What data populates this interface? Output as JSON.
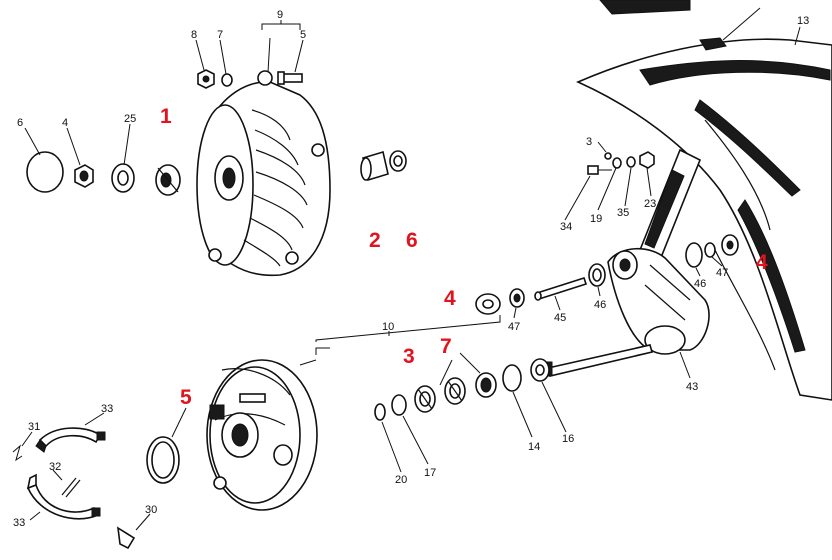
{
  "labels": {
    "l9": "9",
    "l8": "8",
    "l7": "7",
    "l5": "5",
    "l13": "13",
    "l6": "6",
    "l4": "4",
    "l25": "25",
    "l3": "3",
    "l34": "34",
    "l19": "19",
    "l35": "35",
    "l23": "23",
    "l46a": "46",
    "l47a": "47",
    "l10": "10",
    "l47b": "47",
    "l45": "45",
    "l46b": "46",
    "l43": "43",
    "l14": "14",
    "l16": "16",
    "l20": "20",
    "l17": "17",
    "l31": "31",
    "l33a": "33",
    "l32": "32",
    "l33b": "33",
    "l30": "30"
  },
  "callouts": {
    "c1": "1",
    "c2": "2",
    "c6": "6",
    "c4a": "4",
    "c4b": "4",
    "c3": "3",
    "c7": "7",
    "c5": "5"
  },
  "colors": {
    "callout": "#e0141e",
    "ink": "#111111"
  }
}
